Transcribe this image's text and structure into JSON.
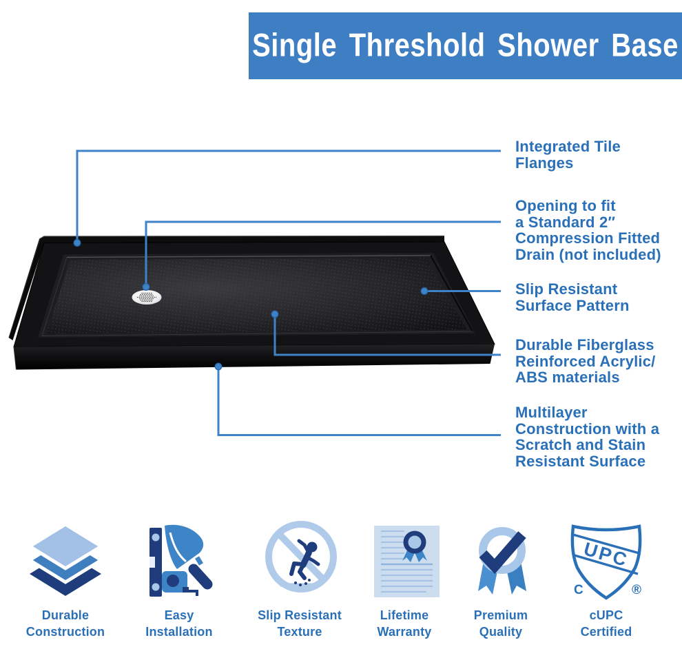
{
  "banner": {
    "title": "Single Threshold Shower Base"
  },
  "callouts": [
    {
      "label": "Integrated Tile\nFlanges"
    },
    {
      "label": "Opening to fit\na Standard 2″\nCompression Fitted\nDrain (not included)"
    },
    {
      "label": "Slip Resistant\nSurface Pattern"
    },
    {
      "label": "Durable Fiberglass\nReinforced Acrylic/\nABS materials"
    },
    {
      "label": "Multilayer\nConstruction with a\nScratch and Stain\nResistant Surface"
    }
  ],
  "features": [
    {
      "icon": "layers-icon",
      "label": "Durable\nConstruction"
    },
    {
      "icon": "tools-icon",
      "label": "Easy\nInstallation"
    },
    {
      "icon": "no-slip-icon",
      "label": "Slip Resistant\nTexture"
    },
    {
      "icon": "certificate-icon",
      "label": "Lifetime\nWarranty"
    },
    {
      "icon": "ribbon-check-icon",
      "label": "Premium\nQuality"
    },
    {
      "icon": "cupc-shield-icon",
      "label": "cUPC\nCertified",
      "shield": {
        "band": "UPC",
        "left": "C",
        "right": "®"
      }
    }
  ],
  "colors": {
    "banner_bg": "#3e7ec2",
    "accent_text": "#2a70b8",
    "callout_line": "#3e82c8",
    "navy": "#1f3c7c",
    "mid_blue": "#3d85c6",
    "light_blue": "#a9c7e8",
    "pale_blue": "#ccddf0",
    "base_black": "#131315"
  }
}
